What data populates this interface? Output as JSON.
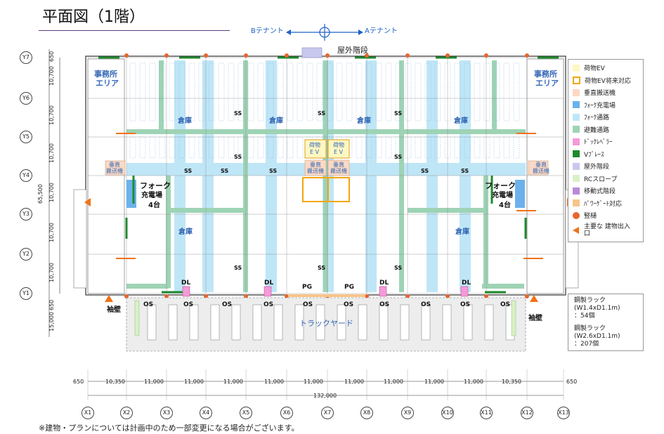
{
  "title": "平面図（1階）",
  "compass": {
    "left_label": "Bテナント",
    "right_label": "Aテナント"
  },
  "areas": {
    "office_left": [
      "事務所",
      "エリア"
    ],
    "office_right": [
      "事務所",
      "エリア"
    ],
    "warehouse": "倉庫",
    "forklift_left": [
      "フォーク",
      "充電場",
      "4台"
    ],
    "forklift_right": [
      "フォーク",
      "充電場",
      "4台"
    ],
    "outdoor_stairs": "屋外階段",
    "truck_yard": "トラックヤード",
    "cargo_ev": [
      "荷物",
      "E V"
    ],
    "vertical_conveyor": [
      "垂直",
      "搬送機"
    ],
    "wing_wall": "袖壁",
    "ss": "SS",
    "dl": "DL",
    "pg": "PG",
    "os": "OS"
  },
  "legend": [
    {
      "label": "荷物EV",
      "color": "#fdf7c3",
      "style": "fill"
    },
    {
      "label": "荷物EV将来対応",
      "color": "#f2a60c",
      "style": "outline"
    },
    {
      "label": "垂直搬送機",
      "color": "#fbd9c4",
      "style": "fill"
    },
    {
      "label": "ﾌｫｰｸ充電場",
      "color": "#6cb1ec",
      "style": "fill"
    },
    {
      "label": "ﾌｫｰｸ通路",
      "color": "#bfe6f7",
      "style": "fill"
    },
    {
      "label": "避難通路",
      "color": "#9ed3b5",
      "style": "fill"
    },
    {
      "label": "ﾄﾞｯｸﾚﾍﾞﾗｰ",
      "color": "#f59ad8",
      "style": "fill"
    },
    {
      "label": "Vﾌﾞﾚｰｽ",
      "color": "#1e8a2e",
      "style": "fill"
    },
    {
      "label": "屋外階段",
      "color": "#c8c8ee",
      "style": "fill"
    },
    {
      "label": "RCスロープ",
      "color": "#d9f0c7",
      "style": "fill"
    },
    {
      "label": "移動式階段",
      "color": "#b98ad9",
      "style": "fill"
    },
    {
      "label": "ﾊﾟﾜｰｹﾞｰﾄ対応",
      "color": "#f6c48a",
      "style": "fill"
    },
    {
      "label": "竪樋",
      "color": "#e8652d",
      "style": "circle"
    },
    {
      "label": "主要な 建物出入口",
      "color": "#f07218",
      "style": "triangle"
    }
  ],
  "racks": [
    {
      "lines": [
        "鋼製ラック",
        "(W1.4xD1.1m)",
        "：54個"
      ]
    },
    {
      "lines": [
        "鋼製ラック",
        "(W2.6xD1.1m)",
        "：207個"
      ]
    }
  ],
  "axes": {
    "x": [
      "X1",
      "X2",
      "X3",
      "X4",
      "X5",
      "X6",
      "X7",
      "X8",
      "X9",
      "X10",
      "X11",
      "X12",
      "X13"
    ],
    "y": [
      "Y7",
      "Y6",
      "Y5",
      "Y4",
      "Y3",
      "Y2",
      "Y1"
    ]
  },
  "dims": {
    "x": [
      "650",
      "10,350",
      "11,000",
      "11,000",
      "11,000",
      "11,000",
      "11,000",
      "11,000",
      "11,000",
      "11,000",
      "11,000",
      "10,350",
      "650"
    ],
    "x_total": "132,000",
    "y": [
      "650",
      "10,700",
      "10,700",
      "10,700",
      "10,700",
      "10,700",
      "10,700",
      "650",
      "15,000"
    ],
    "y_total": "65,500"
  },
  "note": "※建物・プランについては計画中のため一部変更になる場合がございます。"
}
